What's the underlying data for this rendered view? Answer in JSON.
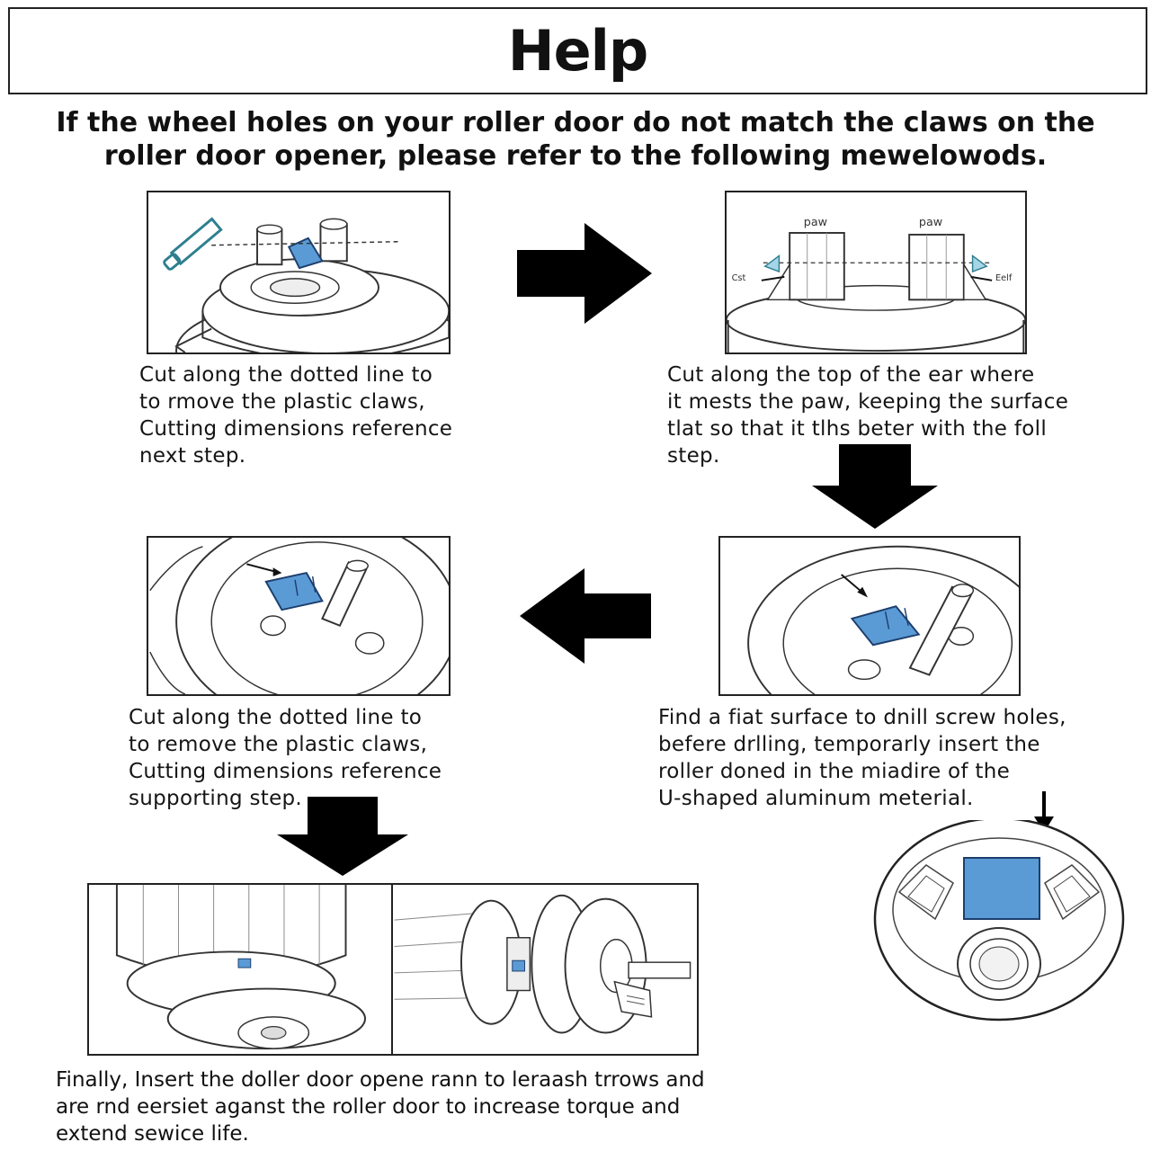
{
  "title": "Help",
  "intro": {
    "line1": "If the wheel holes on your roller door do not match the claws on the",
    "line2": "roller door opener, please refer to the following mewelowods."
  },
  "step1": {
    "caption": [
      "Cut along the dotted line to",
      "to rmove the plastic claws,",
      "Cutting dimensions reference",
      "next step."
    ]
  },
  "step2": {
    "labels": {
      "paw_left": "paw",
      "paw_right": "paw",
      "ear_left": "Cst",
      "ear_right": "Eelf"
    },
    "caption": [
      "Cut along the top of the ear where",
      "it mests the paw, keeping the surface",
      "tlat so that it tlhs beter with the foll",
      "step."
    ]
  },
  "step3": {
    "caption": [
      "Find a fiat surface to dnill screw holes,",
      "befere drlling, temporarly insert the",
      "roller doned in the miadire of the",
      "U-shaped aluminum meterial."
    ]
  },
  "step4": {
    "caption": [
      "Cut along the dotted line to",
      "to remove the plastic claws,",
      "Cutting dimensions reference",
      "supporting step."
    ]
  },
  "final": {
    "caption": [
      "Finally, Insert the doller door opene rann to leraash trrows and",
      "are rnd eersiet aganst the roller door to increase torque and",
      "extend sewice life."
    ]
  },
  "colors": {
    "accent_blue": "#5b9bd5",
    "ink": "#111111",
    "line": "#222222"
  },
  "icons": [
    "arrow-right-icon",
    "arrow-down-icon",
    "arrow-left-icon",
    "arrow-down-small-icon"
  ]
}
